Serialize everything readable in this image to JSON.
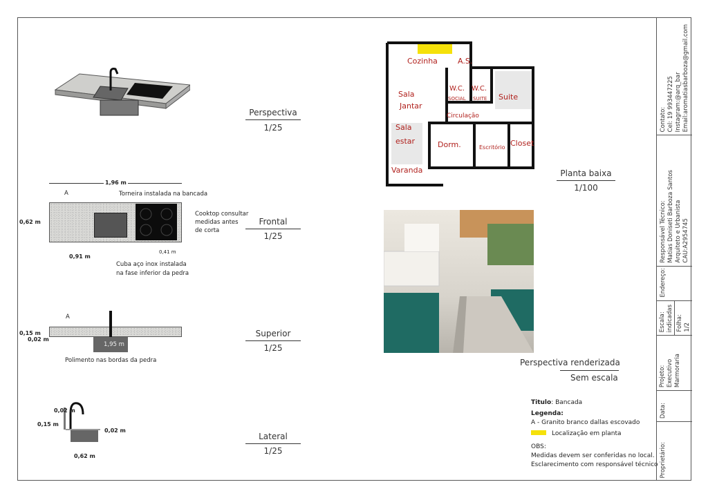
{
  "views": {
    "perspectiva": {
      "label": "Perspectiva",
      "scale": "1/25"
    },
    "frontal": {
      "label": "Frontal",
      "scale": "1/25"
    },
    "superior": {
      "label": "Superior",
      "scale": "1/25"
    },
    "lateral": {
      "label": "Lateral",
      "scale": "1/25"
    },
    "planta": {
      "label": "Planta baixa",
      "scale": "1/100"
    },
    "render": {
      "label": "Perspectiva renderizada",
      "scale": "Sem escala"
    }
  },
  "frontal": {
    "width": "1,96 m",
    "depth": "0,62 m",
    "sink_offset": "0,91 m",
    "cooktop_offset": "0,41 m",
    "marker": "A",
    "note_faucet": "Torneira instalada na bancada",
    "note_cooktop": [
      "Cooktop consultar",
      "medidas antes",
      "de corta"
    ],
    "note_sink": [
      "Cuba aço inox instalada",
      "na fase inferior da pedra"
    ]
  },
  "superior": {
    "thickness": "0,15 m",
    "edge": "0,02 m",
    "length": "1,95 m",
    "marker": "A",
    "note_polish": "Polimento nas bordas da pedra"
  },
  "lateral": {
    "top": "0,02 m",
    "height": "0,15 m",
    "edge": "0,02 m",
    "depth": "0,62 m"
  },
  "floorplan": {
    "rooms": [
      "Cozinha",
      "A.S.",
      "Sala",
      "Jantar",
      "W.C.",
      "SOCIAL",
      "W.C.",
      "SUITE",
      "Suite",
      "Circulação",
      "Sala",
      "estar",
      "Dorm.",
      "Escritório",
      "Closet",
      "Varanda"
    ],
    "highlight_color": "#f5e10a",
    "wall_color": "#111111",
    "label_color": "#b0201c"
  },
  "legend": {
    "title_label": "Titulo",
    "title_value": ": Bancada",
    "legend_label": "Legenda:",
    "item_a": "A - Granito branco dallas escovado",
    "item_location": "Localização em planta",
    "obs_label": "OBS:",
    "obs_lines": [
      "Medidas devem ser conferidas no local.",
      "Esclarecimento com responsável técnico"
    ]
  },
  "title_block": {
    "proprietario": "Proprietário:",
    "data": "Data:",
    "projeto": [
      "Projeto:",
      "Executivo",
      "Marmoraria"
    ],
    "escala": [
      "Escala:",
      "indicadas"
    ],
    "folha": [
      "Folha:",
      "1/2"
    ],
    "endereco": "Endereço:",
    "responsavel": [
      "Responsável Técnico:",
      "Matias Doniseti Barboza Santos",
      "Arquiteto e Urbanista",
      "CAU:A2954745"
    ],
    "contato": [
      "Contato:",
      "Cel: 19 993447225",
      "Instagram:@arq_bar",
      "Email:aromatiasbarboza@gmail.com"
    ]
  }
}
